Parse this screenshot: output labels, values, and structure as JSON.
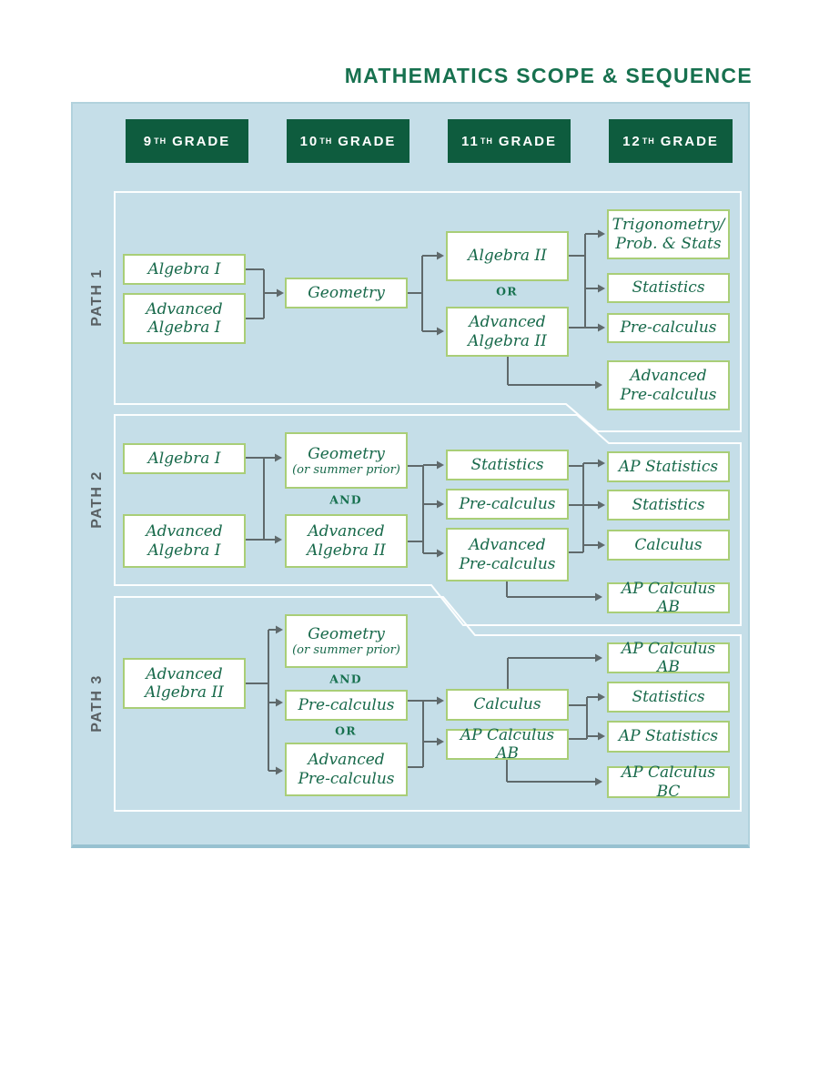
{
  "title": "MATHEMATICS SCOPE & SEQUENCE",
  "grade_headers": [
    {
      "number": "9",
      "suffix": "TH",
      "word": "GRADE"
    },
    {
      "number": "10",
      "suffix": "TH",
      "word": "GRADE"
    },
    {
      "number": "11",
      "suffix": "TH",
      "word": "GRADE"
    },
    {
      "number": "12",
      "suffix": "TH",
      "word": "GRADE"
    }
  ],
  "paths": [
    {
      "label": "PATH 1",
      "nodes": [
        {
          "id": "p1-algebra-1",
          "label": "Algebra I"
        },
        {
          "id": "p1-advanced-algebra-1",
          "label": "Advanced Algebra I"
        },
        {
          "id": "p1-geometry",
          "label": "Geometry"
        },
        {
          "id": "p1-algebra-2",
          "label": "Algebra II"
        },
        {
          "id": "p1-advanced-algebra-2",
          "label": "Advanced Algebra II"
        },
        {
          "id": "p1-trigonometry-prob-stats",
          "label": "Trigonometry/ Prob. & Stats"
        },
        {
          "id": "p1-statistics",
          "label": "Statistics"
        },
        {
          "id": "p1-pre-calculus",
          "label": "Pre-calculus"
        },
        {
          "id": "p1-advanced-pre-calculus",
          "label": "Advanced Pre-calculus"
        }
      ],
      "connector_labels": [
        {
          "id": "p1-or",
          "label": "OR"
        }
      ]
    },
    {
      "label": "PATH 2",
      "nodes": [
        {
          "id": "p2-algebra-1",
          "label": "Algebra I"
        },
        {
          "id": "p2-advanced-algebra-1",
          "label": "Advanced Algebra I"
        },
        {
          "id": "p2-geometry",
          "label": "Geometry",
          "sublabel": "(or summer prior)"
        },
        {
          "id": "p2-advanced-algebra-2",
          "label": "Advanced Algebra II"
        },
        {
          "id": "p2-statistics-11",
          "label": "Statistics"
        },
        {
          "id": "p2-pre-calculus",
          "label": "Pre-calculus"
        },
        {
          "id": "p2-advanced-pre-calculus",
          "label": "Advanced Pre-calculus"
        },
        {
          "id": "p2-ap-statistics",
          "label": "AP Statistics"
        },
        {
          "id": "p2-statistics-12",
          "label": "Statistics"
        },
        {
          "id": "p2-calculus",
          "label": "Calculus"
        },
        {
          "id": "p2-ap-calculus-ab",
          "label": "AP Calculus AB"
        }
      ],
      "connector_labels": [
        {
          "id": "p2-and",
          "label": "AND"
        }
      ]
    },
    {
      "label": "PATH 3",
      "nodes": [
        {
          "id": "p3-advanced-algebra-2",
          "label": "Advanced Algebra II"
        },
        {
          "id": "p3-geometry",
          "label": "Geometry",
          "sublabel": "(or summer prior)"
        },
        {
          "id": "p3-pre-calculus-10",
          "label": "Pre-calculus"
        },
        {
          "id": "p3-advanced-pre-calculus",
          "label": "Advanced Pre-calculus"
        },
        {
          "id": "p3-calculus",
          "label": "Calculus"
        },
        {
          "id": "p3-ap-calculus-ab-11",
          "label": "AP Calculus AB"
        },
        {
          "id": "p3-ap-calculus-ab-12",
          "label": "AP Calculus AB"
        },
        {
          "id": "p3-statistics",
          "label": "Statistics"
        },
        {
          "id": "p3-ap-statistics",
          "label": "AP Statistics"
        },
        {
          "id": "p3-ap-calculus-bc",
          "label": "AP Calculus BC"
        }
      ],
      "connector_labels": [
        {
          "id": "p3-and",
          "label": "AND"
        },
        {
          "id": "p3-or",
          "label": "OR"
        }
      ]
    }
  ],
  "colors": {
    "panel_background": "#c5dee8",
    "header_green": "#0e5c3e",
    "title_green": "#17714f",
    "course_text_green": "#17694a",
    "box_border_green": "#a9ce77",
    "connector_gray": "#5f696b",
    "path_label_gray": "#585f62",
    "region_outline_white": "#ffffff"
  }
}
